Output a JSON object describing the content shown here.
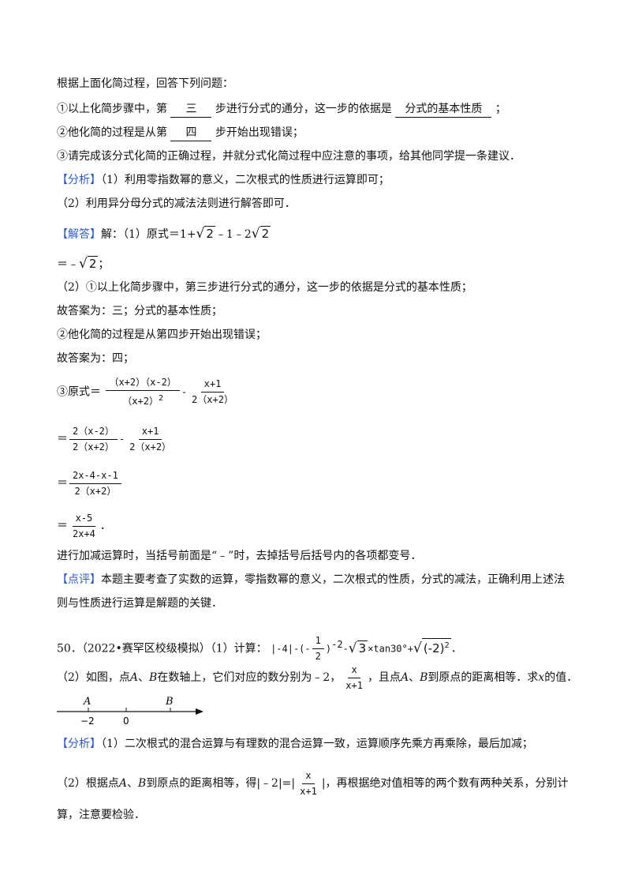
{
  "lines": {
    "intro": "根据上面化简过程，回答下列问题：",
    "q1_a": "①以上化简步骤中，第",
    "q1_blank1": "三",
    "q1_b": "步进行分式的通分，这一步的依据是",
    "q1_blank2": "分式的基本性质",
    "q1_c": "；",
    "q2_a": "②他化简的过程是从第",
    "q2_blank": "四",
    "q2_b": "步开始出现错误；",
    "q3": "③请完成该分式化简的正确过程，并就分式化简过程中应注意的事项，给其他同学提一条建议．",
    "fenxi_tag": "【分析】",
    "fenxi1": "（1）利用零指数幂的意义，二次根式的性质进行运算即可；",
    "fenxi2": "（2）利用异分母分式的减法法则进行解答即可．",
    "jieda_tag": "【解答】",
    "jieda1_a": "解：（1）原式＝1+",
    "jieda1_b": "﹣1﹣2",
    "radicand": "2",
    "jieda2_a": "＝﹣",
    "jieda2_b": "；",
    "jieda3": "（2）①以上化简步骤中，第三步进行分式的通分，这一步的依据是分式的基本性质；",
    "ans1": "故答案为：三；分式的基本性质；",
    "jieda4": "②他化简的过程是从第四步开始出现错误；",
    "ans2": "故答案为：四；",
    "step3_label": "③原式＝",
    "f1_num": "（x+2）（x-2）",
    "f1_den": "（x+2）",
    "f1_exp": "2",
    "f2_num": "x+1",
    "f2_den": "2（x+2）",
    "eq_sign": "＝",
    "f3_num": "2（x-2）",
    "f3_den": "2（x+2）",
    "f4_num": "x+1",
    "f4_den": "2（x+2）",
    "f5_num": "2x-4-x-1",
    "f5_den": "2（x+2）",
    "f6_num": "x-5",
    "f6_den": "2x+4",
    "period": "．",
    "note": "进行加减运算时，当括号前面是“﹣”时，去掉括号后括号内的各项都变号．",
    "dianping_tag": "【点评】",
    "dianping1": "本题主要考查了实数的运算，零指数幂的意义，二次根式的性质，分式的减法，正确利用上述法",
    "dianping2": "则与性质进行运算是解题的关键．",
    "p50_a": "50．（2022•赛罕区校级模拟）（1）计算：",
    "p50_expr_a": "|-4|-(-",
    "p50_half_num": "1",
    "p50_half_den": "2",
    "p50_expr_b": ")",
    "p50_exp": "-2",
    "p50_expr_c": "-",
    "p50_rad3": "3",
    "p50_expr_d": "×tan30°+",
    "p50_rad_inner": "(-2)",
    "p50_rad_exp": "2",
    "p50_end": "．",
    "p50_2_a": "（2）如图，点",
    "A": "A",
    "p50_2_and": "、",
    "B": "B",
    "p50_2_b": "在数轴上，它们对应的数分别为﹣2，",
    "fx_num": "x",
    "fx_den": "x+1",
    "p50_2_c": "，且点",
    "p50_2_d": "到原点的距离相等．求",
    "x": "x",
    "p50_2_e": "的值．",
    "fenxi_b1": "（1）二次根式的混合运算与有理数的混合运算一致，运算顺序先乘方再乘除，最后加减；",
    "fenxi_b2_a": "（2）根据点",
    "fenxi_b2_b": "到原点的距离相等，得|﹣2|=|",
    "fenxi_b2_c": "|，再根据绝对值相等的两个数有两种关系，分别计",
    "fenxi_b3": "算，注意要检验．",
    "nl_A": "A",
    "nl_B": "B",
    "nl_m2": "−2",
    "nl_0": "0"
  }
}
